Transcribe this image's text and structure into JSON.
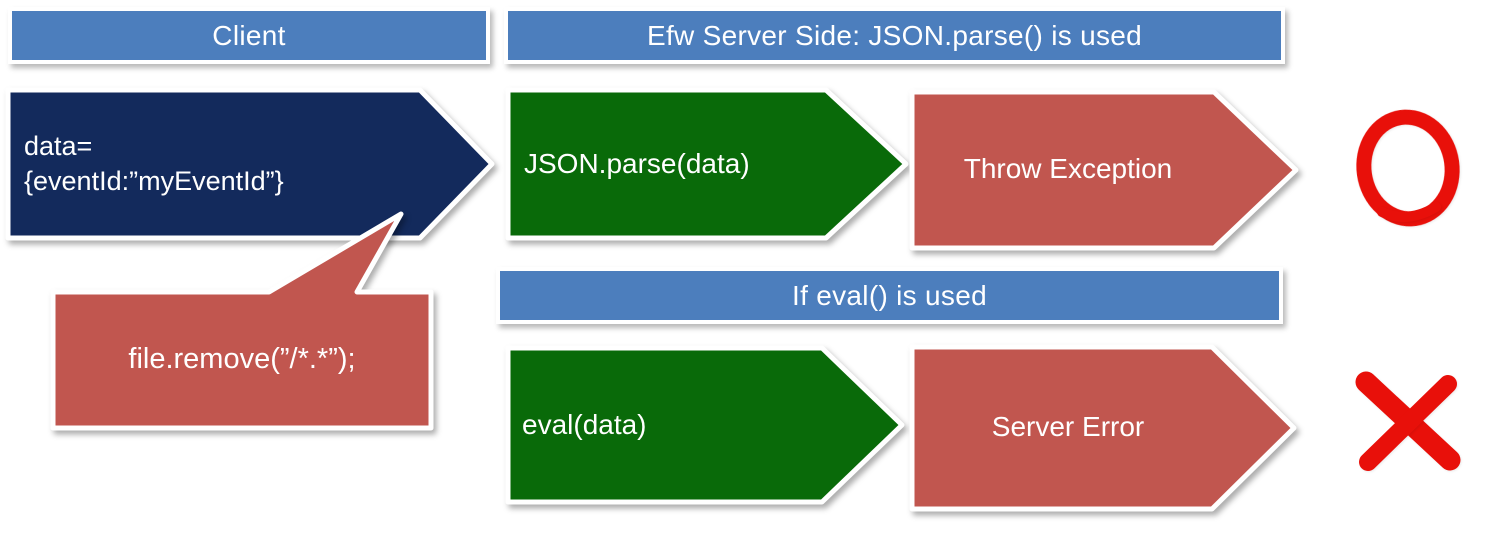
{
  "headers": {
    "client": "Client",
    "server_json": "Efw Server Side: JSON.parse() is used",
    "server_eval": "If eval() is used"
  },
  "client_flow": {
    "data_line1": "data=",
    "data_line2": "{eventId:”myEventId”}",
    "callout_code": "file.remove(”/*.*”);"
  },
  "json_parse_flow": {
    "step": "JSON.parse(data)",
    "result": "Throw Exception",
    "outcome": "ok-circle-mark"
  },
  "eval_flow": {
    "step": "eval(data)",
    "result": "Server Error",
    "outcome": "fail-cross-mark"
  },
  "colors": {
    "header_blue": "#4C7EBD",
    "dark_navy": "#132A5C",
    "green": "#096A09",
    "brick_red": "#C1564F",
    "mark_red": "#E8100A",
    "text_white": "#FFFFFF"
  }
}
